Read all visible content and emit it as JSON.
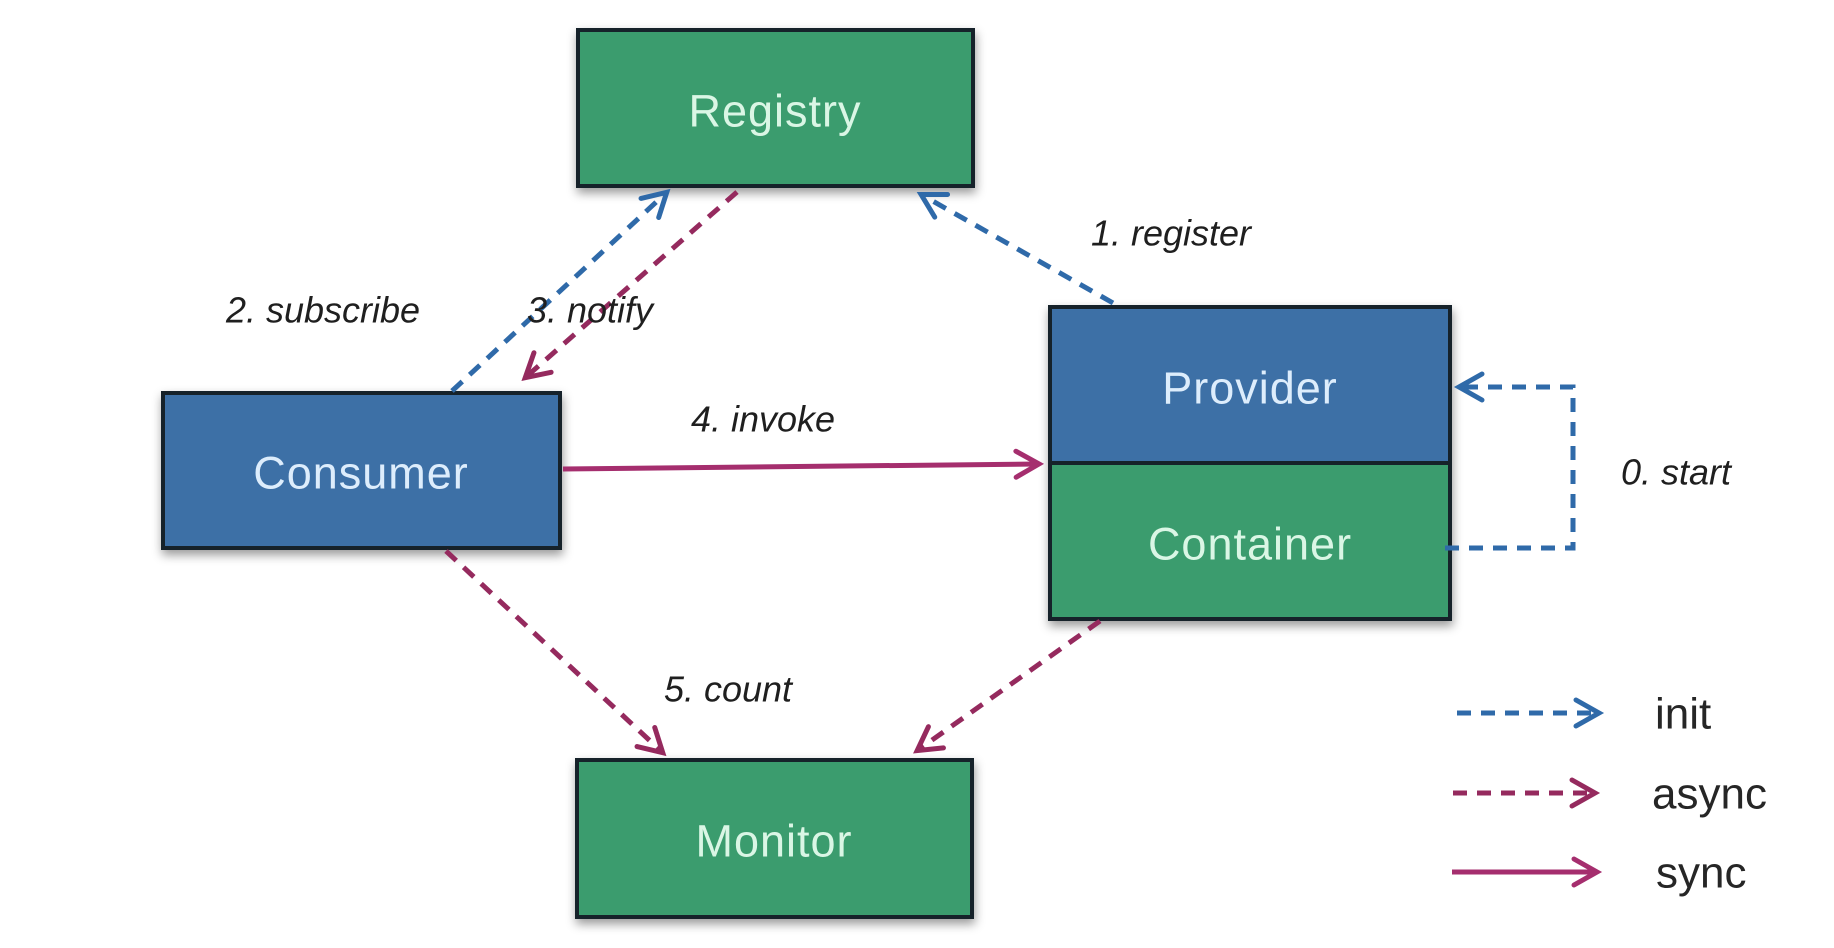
{
  "nodes": {
    "registry": {
      "label": "Registry",
      "fill": "#3b9c6e"
    },
    "consumer": {
      "label": "Consumer",
      "fill": "#3c70a6"
    },
    "provider": {
      "label": "Provider",
      "fill": "#3c70a6"
    },
    "container": {
      "label": "Container",
      "fill": "#3b9c6e"
    },
    "monitor": {
      "label": "Monitor",
      "fill": "#3b9c6e"
    }
  },
  "edges": {
    "start": {
      "label": "0. start",
      "type": "init"
    },
    "register": {
      "label": "1. register",
      "type": "init"
    },
    "subscribe": {
      "label": "2. subscribe",
      "type": "init"
    },
    "notify": {
      "label": "3. notify",
      "type": "async"
    },
    "invoke": {
      "label": "4. invoke",
      "type": "sync"
    },
    "count": {
      "label": "5. count",
      "type": "async"
    }
  },
  "legend": {
    "items": [
      {
        "label": "init",
        "line": "dashed",
        "color": "#2f6aa9"
      },
      {
        "label": "async",
        "line": "dashed",
        "color": "#952a5e"
      },
      {
        "label": "sync",
        "line": "solid",
        "color": "#a52e6e"
      }
    ]
  },
  "colors": {
    "background": "#ffffff",
    "box_border": "#18222c",
    "green_fill": "#3b9c6e",
    "blue_fill": "#3c70a6",
    "green_text": "#daf6e5",
    "blue_text": "#ddedfc",
    "init_arrow": "#2f6aa9",
    "async_arrow": "#952a5e",
    "sync_arrow": "#a52e6e",
    "label_text": "#1f1f1f"
  }
}
